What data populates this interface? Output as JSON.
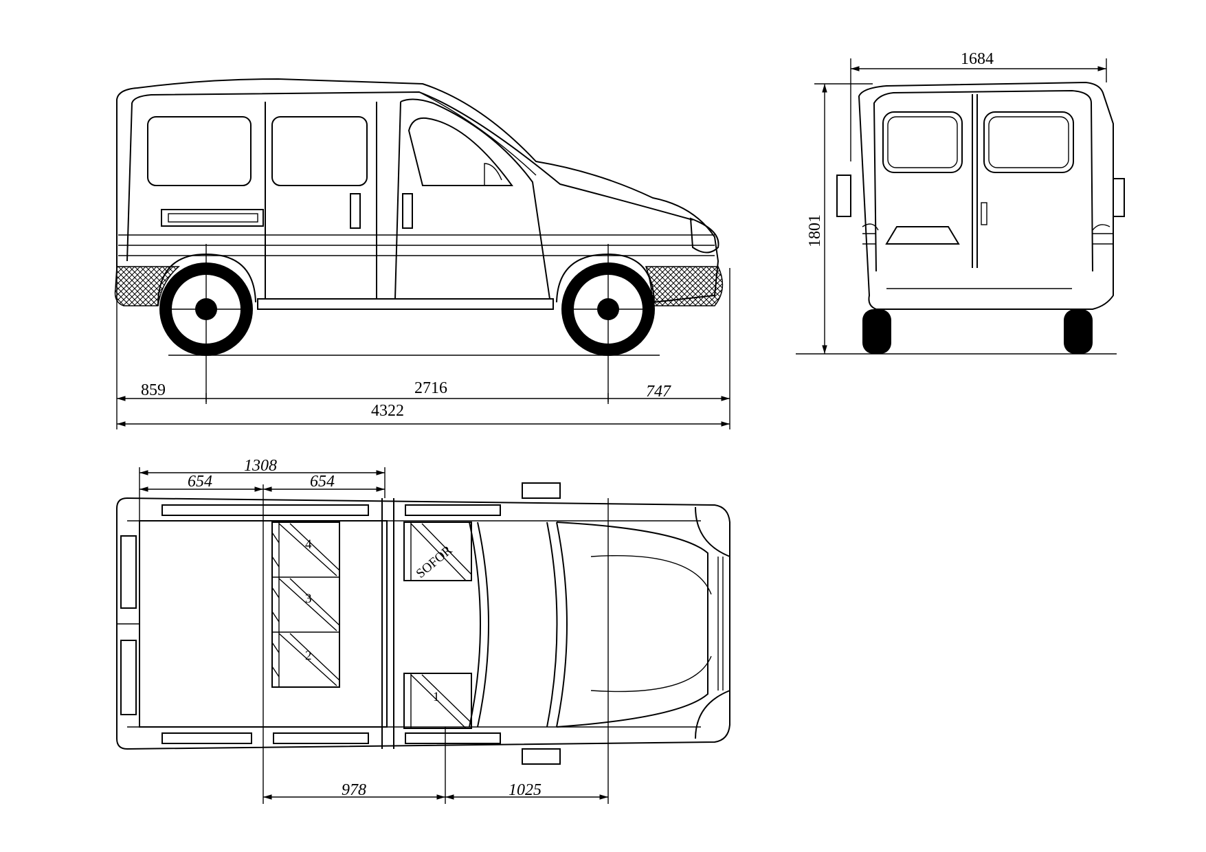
{
  "side_view": {
    "front_overhang": "859",
    "wheelbase": "2716",
    "rear_overhang": "747",
    "overall_length": "4322"
  },
  "rear_view": {
    "overall_width": "1684",
    "overall_height": "1801"
  },
  "top_view": {
    "rear_section_length": "1308",
    "rear_half_a": "654",
    "rear_half_b": "654",
    "middle_section": "978",
    "front_section": "1025",
    "driver_label": "SOFOR",
    "seats": [
      "1",
      "2",
      "3",
      "4"
    ]
  },
  "colors": {
    "line": "#000000",
    "background": "#ffffff"
  }
}
